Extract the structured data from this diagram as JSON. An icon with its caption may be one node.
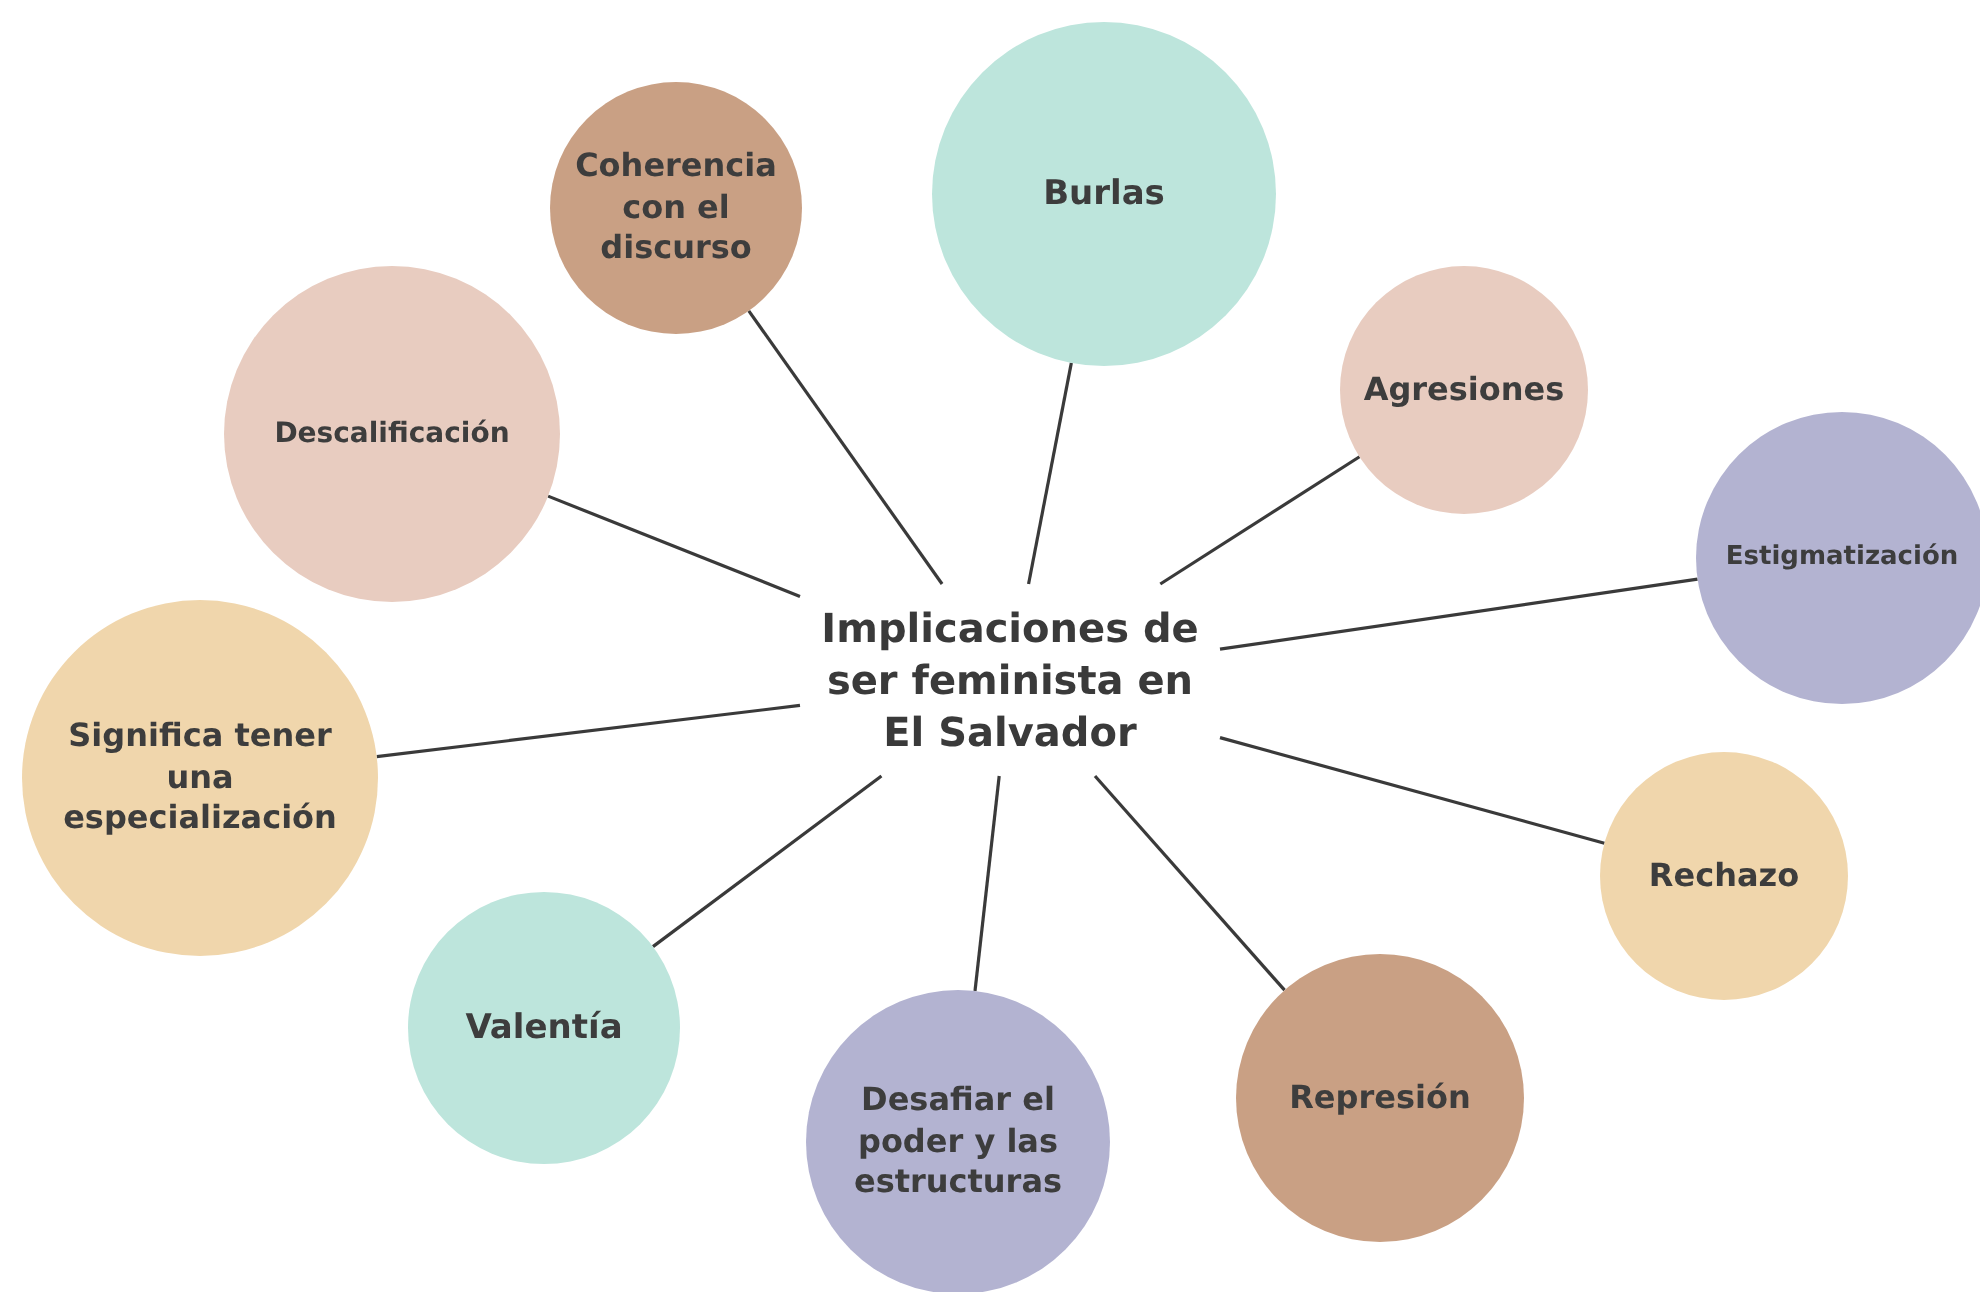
{
  "diagram": {
    "nodes": [
      {
        "text": [
          "Implicaciones de ser feminista en El Salvador"
        ]
      },
      {
        "text": [
          "Coherencia con el discurso"
        ]
      },
      {
        "text": [
          "Burlas"
        ]
      },
      {
        "text": [
          "Descalificación"
        ]
      },
      {
        "text": [
          "Agresiones"
        ]
      },
      {
        "text": [
          "Estigmatización"
        ]
      },
      {
        "text": [
          "Significa tener una especialización"
        ]
      },
      {
        "text": [
          "Rechazo"
        ]
      },
      {
        "text": [
          "Valentía"
        ]
      },
      {
        "text": [
          "Represión"
        ]
      },
      {
        "text": [
          "Desafiar el poder y las estructuras"
        ]
      }
    ],
    "edges": [
      {
        "from": 0,
        "to": 1,
        "arrow": "none"
      },
      {
        "from": 0,
        "to": 2,
        "arrow": "none"
      },
      {
        "from": 0,
        "to": 3,
        "arrow": "none"
      },
      {
        "from": 0,
        "to": 4,
        "arrow": "none"
      },
      {
        "from": 0,
        "to": 5,
        "arrow": "none"
      },
      {
        "from": 0,
        "to": 6,
        "arrow": "none"
      },
      {
        "from": 0,
        "to": 7,
        "arrow": "none"
      },
      {
        "from": 0,
        "to": 8,
        "arrow": "none"
      },
      {
        "from": 0,
        "to": 9,
        "arrow": "none"
      },
      {
        "from": 0,
        "to": 10,
        "arrow": "none"
      }
    ]
  }
}
